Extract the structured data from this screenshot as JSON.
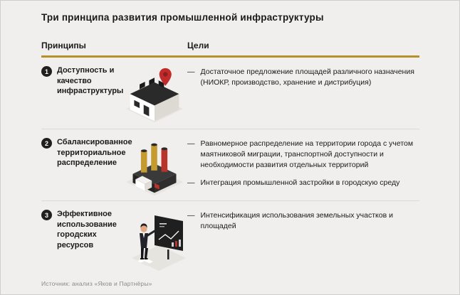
{
  "page": {
    "title": "Три принципа развития промышленной инфраструктуры",
    "source": "Источник: анализ «Яков и Партнёры»"
  },
  "colors": {
    "accent": "#b5912c",
    "number_circle": "#1f1f1f",
    "pin_red": "#c12b2b",
    "background": "#f0efed"
  },
  "table": {
    "col1_header": "Принципы",
    "col2_header": "Цели",
    "dash": "—",
    "rows": [
      {
        "number": "1",
        "principle": "Доступность и качество инфраструктуры",
        "illustration": "factory-with-map-pin",
        "goals": [
          "Достаточное предложение площадей различного назначения (НИОКР, производство, хранение и дистрибуция)"
        ]
      },
      {
        "number": "2",
        "principle": "Сбалансированное территориальное распределение",
        "illustration": "industrial-plant-with-chimneys",
        "goals": [
          "Равномерное распределение на территории города с учетом маятниковой миграции, транспортной доступности и необходимости развития отдельных территорий",
          "Интеграция промышленной застройки в городскую среду"
        ]
      },
      {
        "number": "3",
        "principle": "Эффективное использование городских ресурсов",
        "illustration": "person-presenting-at-board",
        "goals": [
          "Интенсификация использования земельных участков и площадей"
        ]
      }
    ]
  }
}
